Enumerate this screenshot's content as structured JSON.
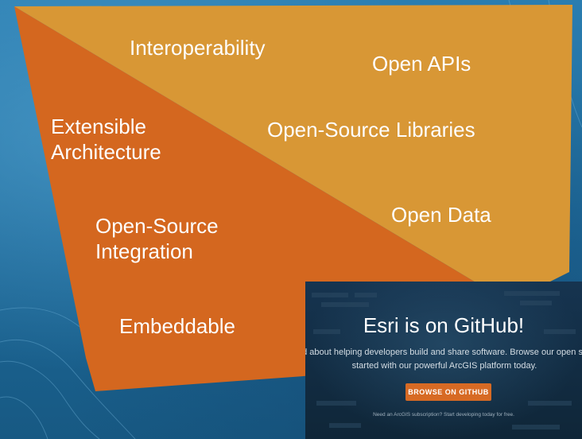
{
  "colors": {
    "background": "#1f6d9c",
    "orange": "#d4671f",
    "tan": "#d89735",
    "button": "#d76a24"
  },
  "concepts": {
    "upper_triangle": [
      "Interoperability",
      "Open APIs",
      "Open-Source Libraries",
      "Open Data"
    ],
    "lower_triangle": [
      "Extensible Architecture",
      "Open-Source Integration",
      "Embeddable"
    ]
  },
  "screenshot": {
    "title": "Esri is on GitHub!",
    "description_line1": "ed about helping developers build and share software. Browse our open source",
    "description_line2": "started with our powerful ArcGIS platform today.",
    "button_label": "BROWSE ON GITHUB",
    "footer": "Need an ArcGIS subscription? Start developing today for free."
  }
}
